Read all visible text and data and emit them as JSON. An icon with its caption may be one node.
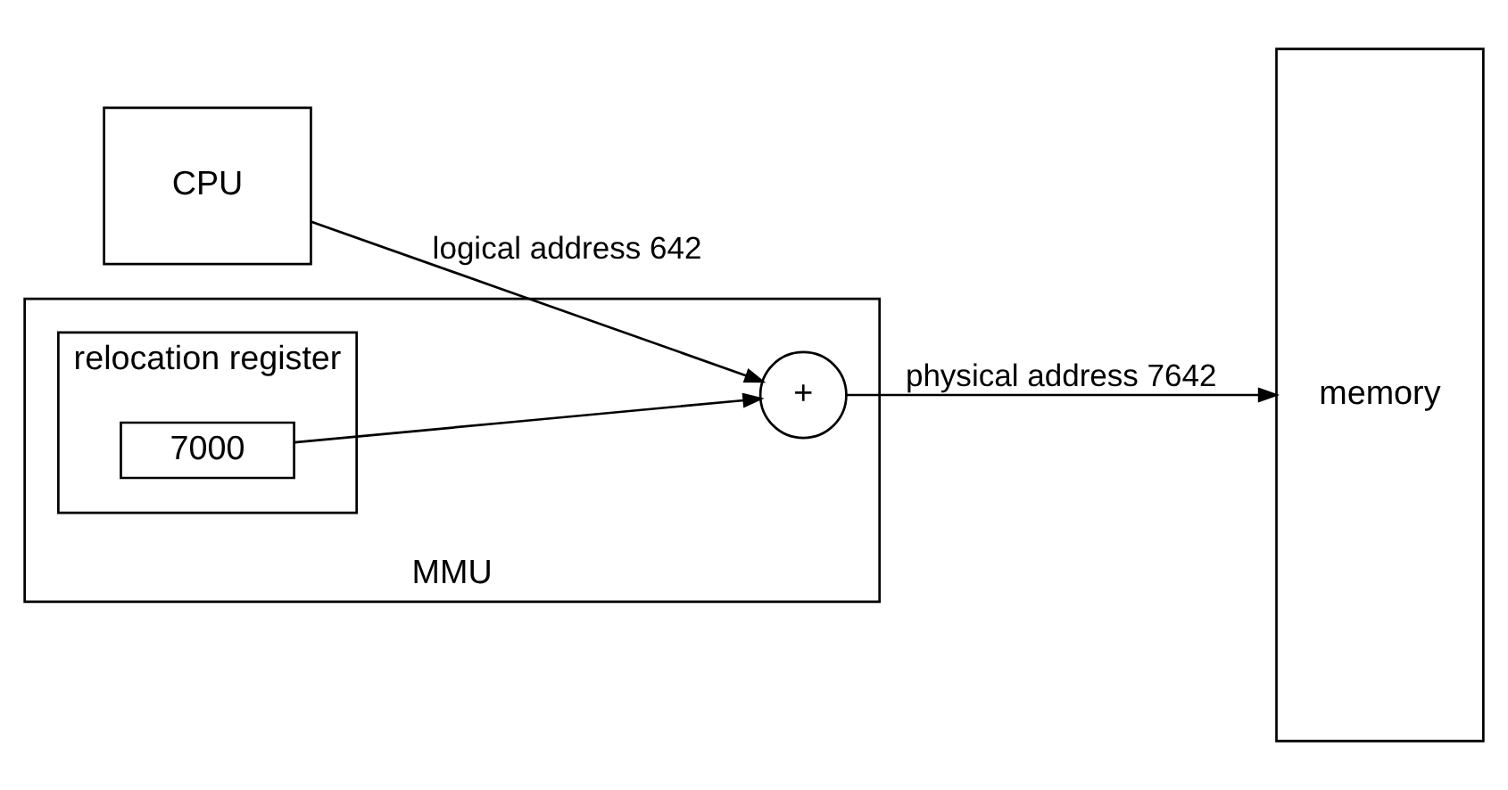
{
  "diagram": {
    "nodes": [
      {
        "text": [
          "CPU"
        ]
      },
      {
        "text": [
          "MMU"
        ]
      },
      {
        "text": [
          "relocation register"
        ],
        "in": 1
      },
      {
        "text": [
          "7000"
        ],
        "in": 2
      },
      {
        "text": [
          "+"
        ],
        "in": 1
      },
      {
        "text": [
          "memory"
        ]
      }
    ],
    "edges": [
      {
        "from": 0,
        "to": 4,
        "arrow": "to",
        "label": "logical address 642"
      },
      {
        "from": 3,
        "to": 4,
        "arrow": "to"
      },
      {
        "from": 4,
        "to": 5,
        "arrow": "to",
        "label": "physical address 7642"
      }
    ]
  }
}
